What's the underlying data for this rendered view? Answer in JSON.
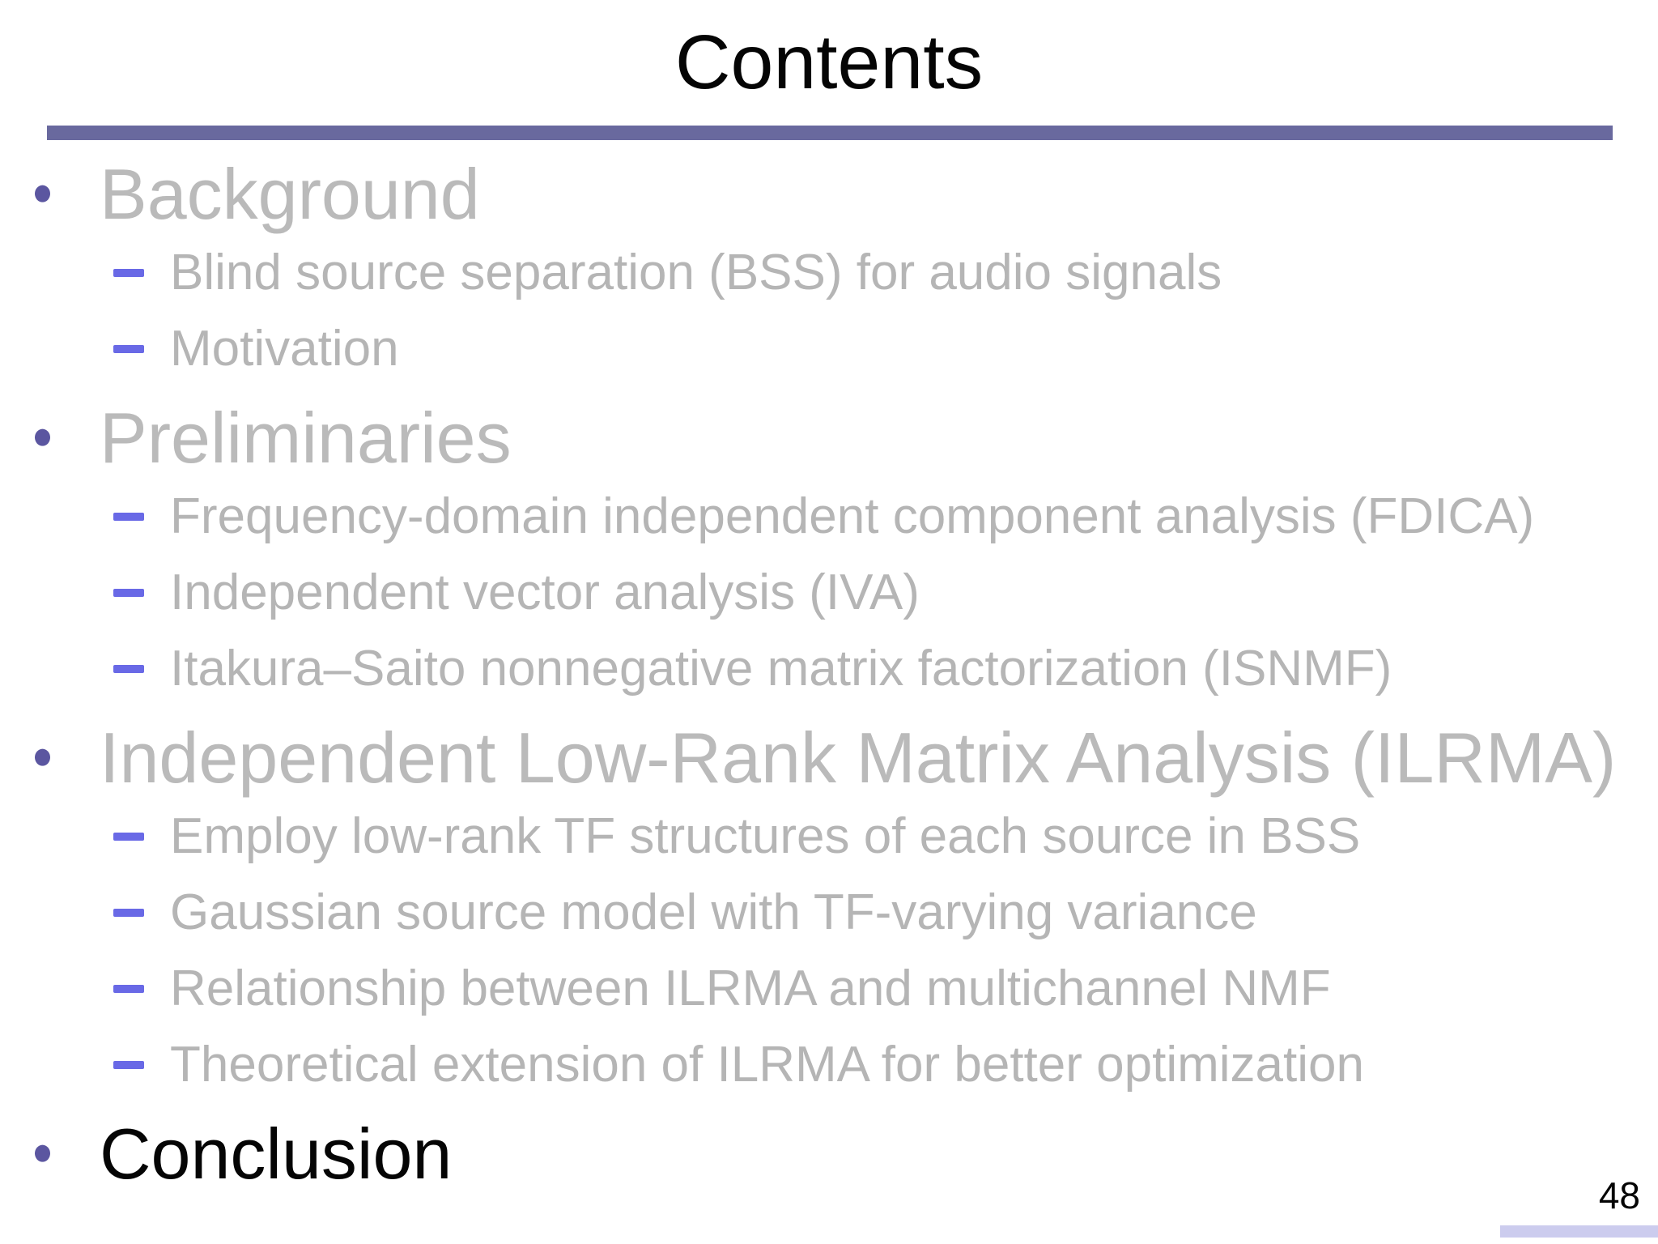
{
  "slide": {
    "title": "Contents",
    "page_number": "48",
    "toc": [
      {
        "label": "Background",
        "level": 1,
        "state": "dimmed"
      },
      {
        "label": "Blind source separation (BSS) for audio signals",
        "level": 2,
        "state": "dimmed"
      },
      {
        "label": "Motivation",
        "level": 2,
        "state": "dimmed"
      },
      {
        "label": "Preliminaries",
        "level": 1,
        "state": "dimmed"
      },
      {
        "label": "Frequency-domain independent component analysis (FDICA)",
        "level": 2,
        "state": "dimmed"
      },
      {
        "label": "Independent vector analysis (IVA)",
        "level": 2,
        "state": "dimmed"
      },
      {
        "label": "Itakura–Saito nonnegative matrix factorization (ISNMF)",
        "level": 2,
        "state": "dimmed"
      },
      {
        "label": "Independent Low-Rank Matrix Analysis (ILRMA)",
        "level": 1,
        "state": "dimmed"
      },
      {
        "label": "Employ low-rank TF structures of each source in BSS",
        "level": 2,
        "state": "dimmed"
      },
      {
        "label": "Gaussian source model with TF-varying variance",
        "level": 2,
        "state": "dimmed"
      },
      {
        "label": "Relationship between ILRMA and multichannel NMF",
        "level": 2,
        "state": "dimmed"
      },
      {
        "label": "Theoretical extension of ILRMA for better optimization",
        "level": 2,
        "state": "dimmed"
      },
      {
        "label": "Conclusion",
        "level": 1,
        "state": "current"
      }
    ]
  },
  "theme": {
    "bg": "#ffffff",
    "ink": "#050505",
    "rule": "#69699e",
    "bullet": "#5b56a0",
    "dash": "#6969e6",
    "l1gray": "#bababa",
    "l2gray": "#b5b5b5",
    "footer": "#ccccee"
  }
}
